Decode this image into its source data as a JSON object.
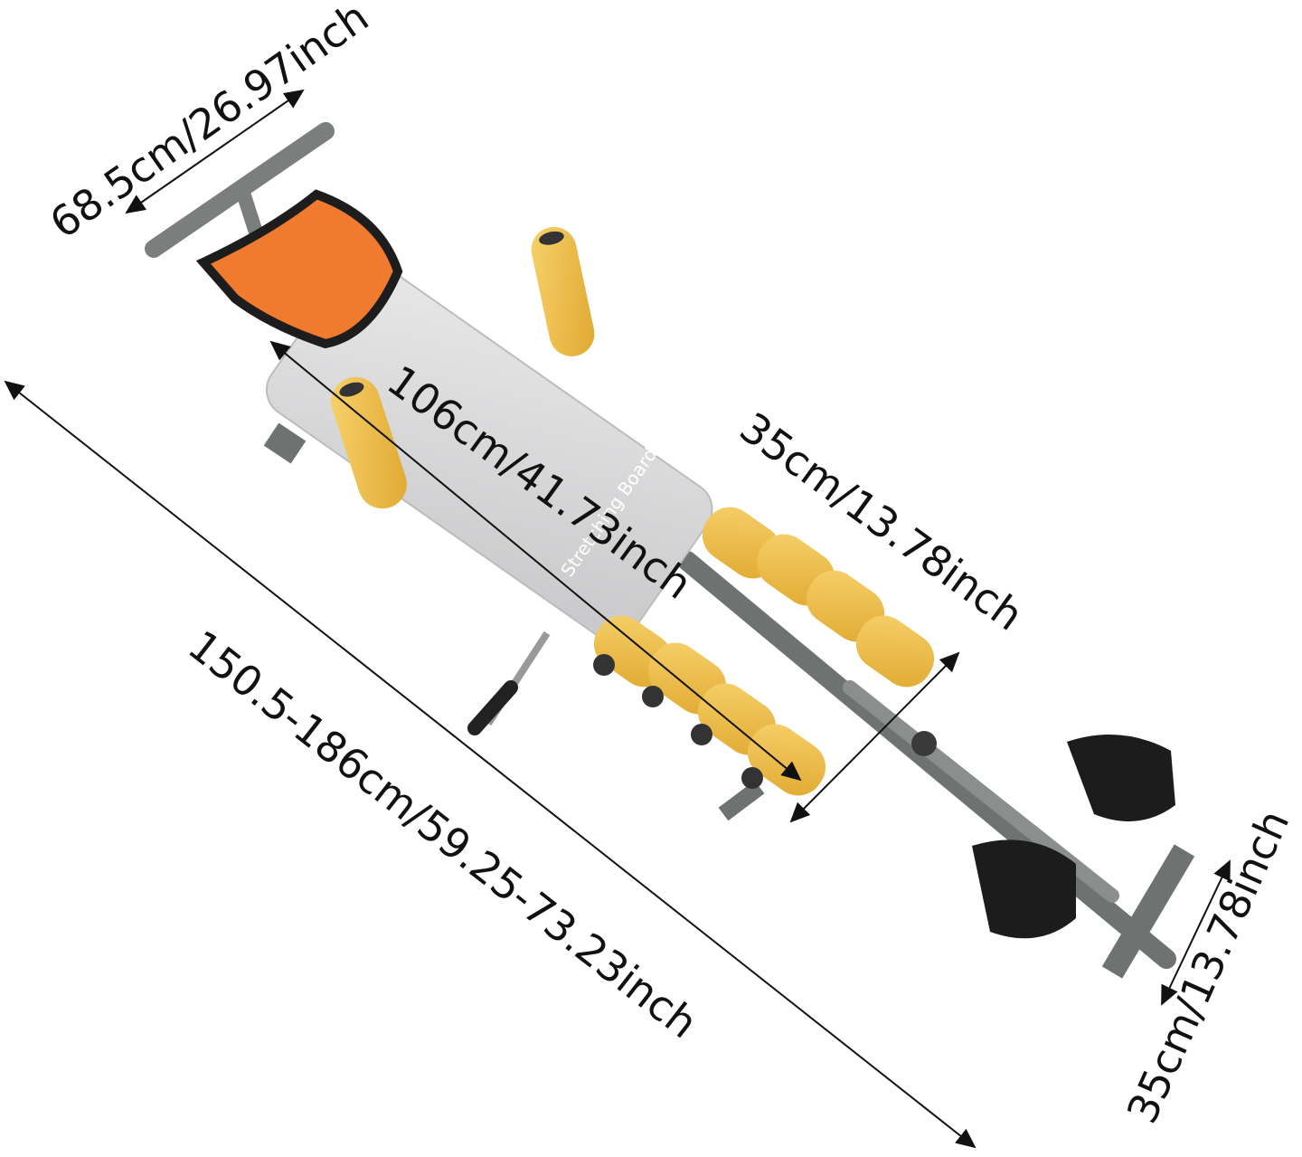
{
  "product": {
    "board_label": "Stretching Board"
  },
  "dimensions": {
    "top_width": "68.5cm/26.97inch",
    "board_length": "106cm/41.73inch",
    "roller_width": "35cm/13.78inch",
    "overall_length": "150.5-186cm/59.25-73.23inch",
    "foot_width": "35cm/13.78inch"
  },
  "colors": {
    "foam": "#f2c14e",
    "pad": "#d9d9da",
    "frame": "#6e7270",
    "strap": "#f07b2e",
    "text": "#111111"
  }
}
